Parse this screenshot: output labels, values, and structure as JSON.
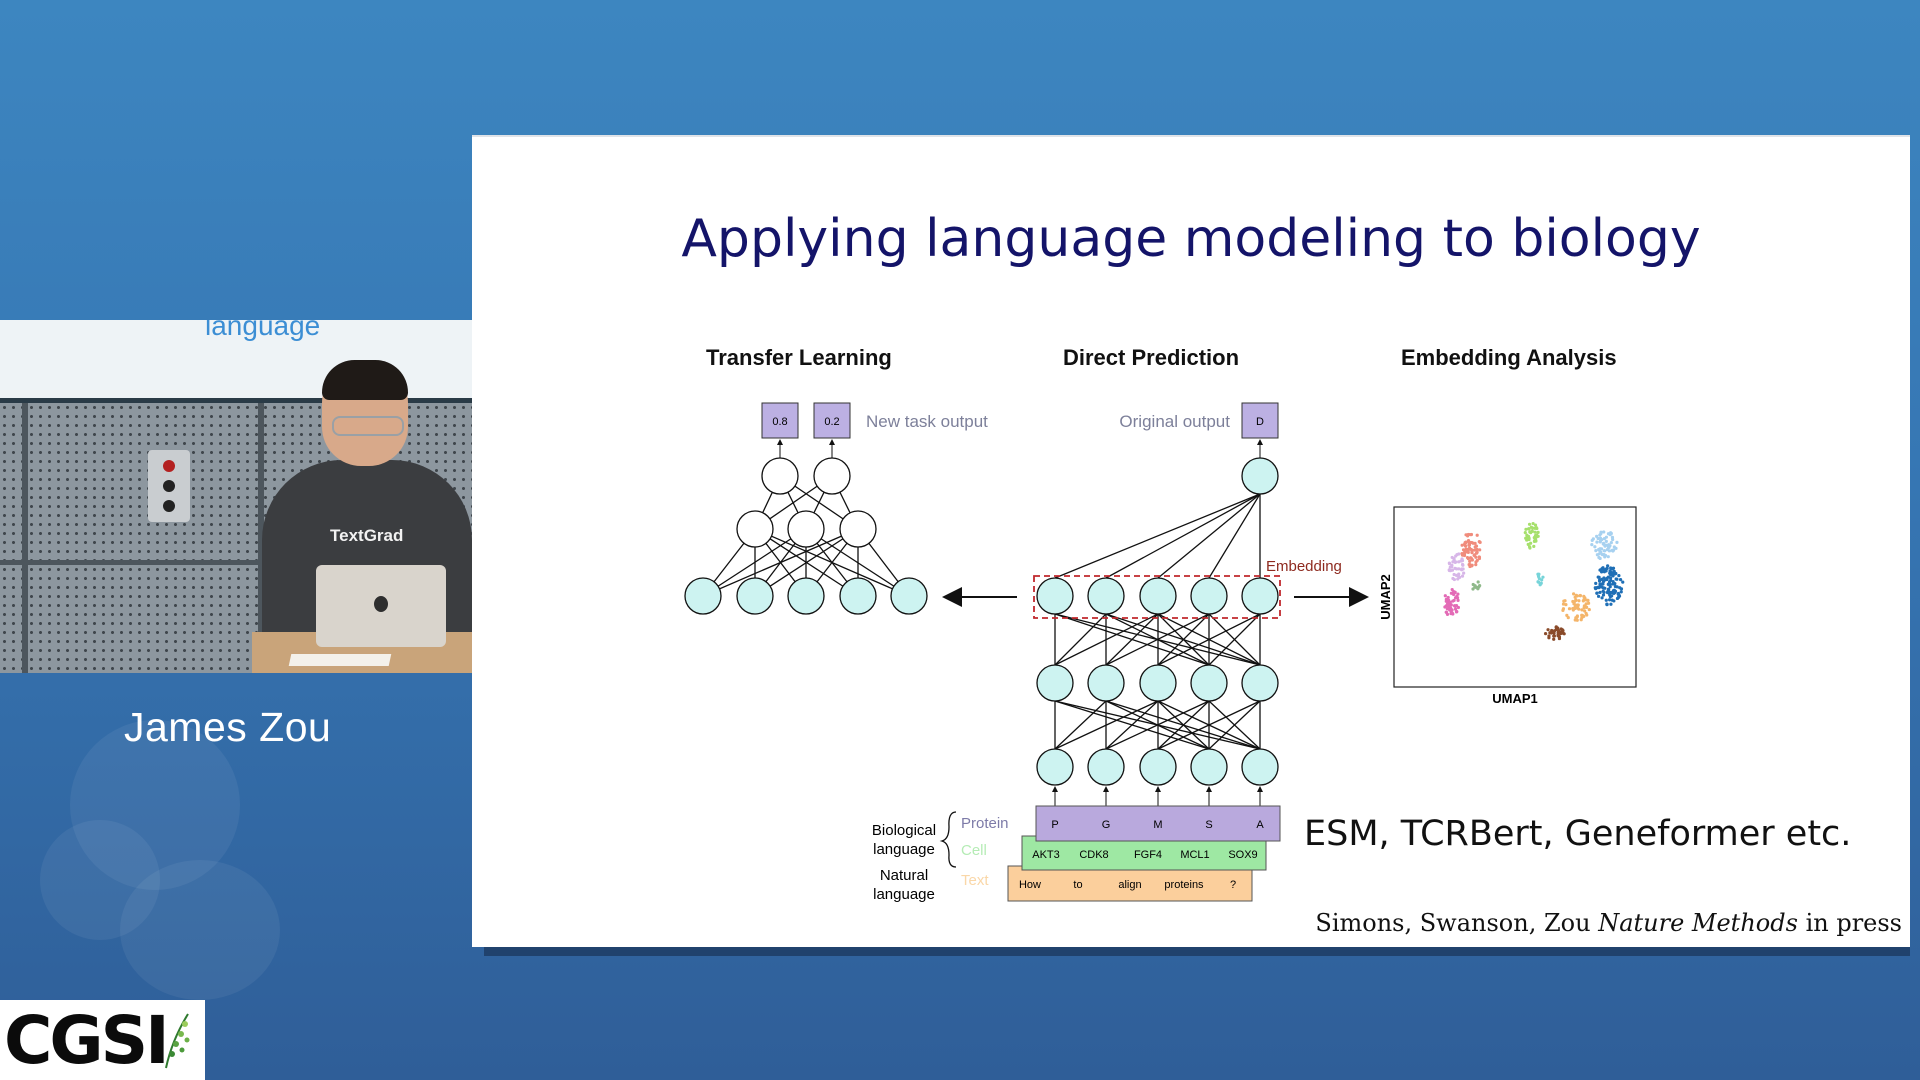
{
  "speaker": {
    "name": "James Zou"
  },
  "camera": {
    "shirt_text": "TextGrad",
    "wall_text": "language"
  },
  "logo": {
    "text": "CGSI"
  },
  "slide": {
    "title": "Applying language modeling to biology",
    "panels": {
      "transfer": "Transfer Learning",
      "direct": "Direct Prediction",
      "embedding": "Embedding Analysis"
    },
    "outputs": {
      "new_task_values": [
        "0.8",
        "0.2"
      ],
      "new_task_label": "New task output",
      "original_label": "Original output",
      "original_value": "D"
    },
    "embedding_label": "Embedding",
    "umap": {
      "xlabel": "UMAP1",
      "ylabel": "UMAP2"
    },
    "input_labels": {
      "biological": [
        "Biological",
        "language"
      ],
      "natural": [
        "Natural",
        "language"
      ],
      "protein": "Protein",
      "cell": "Cell",
      "text": "Text"
    },
    "protein_tokens": [
      "P",
      "G",
      "M",
      "S",
      "A"
    ],
    "cell_tokens": [
      "AKT3",
      "CDK8",
      "FGF4",
      "MCL1",
      "SOX9"
    ],
    "text_tokens": [
      "How",
      "to",
      "align",
      "proteins",
      "?"
    ],
    "models_text": "ESM, TCRBert, Geneformer etc.",
    "citation": {
      "authors": "Simons, Swanson, Zou",
      "journal": "Nature Methods",
      "status": "in press"
    },
    "colors": {
      "title": "#141469",
      "node": "#cdf3f1",
      "protein_box": "#b9a9dd",
      "cell_box": "#9ee8a3",
      "text_box": "#fbcf9c",
      "output_box": "#bcb0e3",
      "embedding_dash": "#c0282d"
    }
  }
}
